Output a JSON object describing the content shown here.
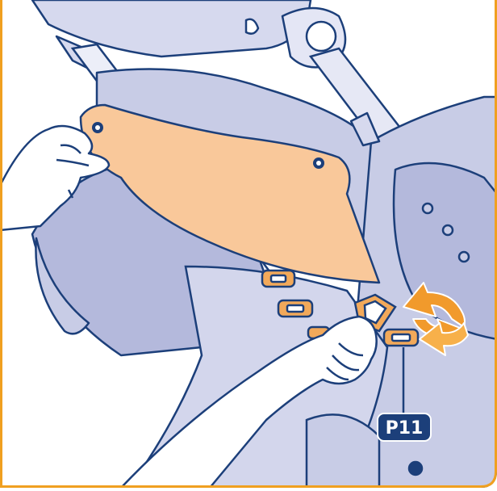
{
  "illustration": {
    "callout": {
      "label": "P11"
    },
    "colors": {
      "frame_border": "#f0a020",
      "outline": "#1c3f7a",
      "fabric_light": "#c8cce6",
      "fabric_mid": "#b4b9dc",
      "panel_fill": "#f9c89a",
      "buckle_fill": "#f2a95a",
      "arrow_orange": "#f19a2c",
      "callout_fill": "#1c3f7a"
    },
    "icons": [
      "rotate-arrows-icon",
      "hand-left",
      "hand-right"
    ]
  }
}
